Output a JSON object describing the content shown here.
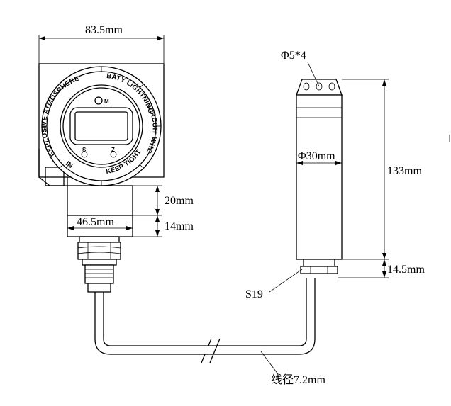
{
  "dimensions": {
    "housing_width": "83.5mm",
    "probe_holes": "Φ5*4",
    "probe_diameter": "Φ30mm",
    "probe_length": "133mm",
    "probe_tail": "14.5mm",
    "neck_height": "20mm",
    "fitting_height": "14mm",
    "neck_width": "46.5mm",
    "hex_nut": "S19",
    "cable_diameter": "线径7.2mm"
  },
  "housing": {
    "ring_text_left": "EXPLOSIVE ATMOSPHERE",
    "ring_text_right": "BATY LIGHTNING",
    "ring_text_right2": "CIRCUIT WHEN",
    "ring_text_bottom": "KEEP TIGHT",
    "ring_text_in": "IN",
    "button_m": "M",
    "button_s": "S",
    "button_z": "Z"
  }
}
